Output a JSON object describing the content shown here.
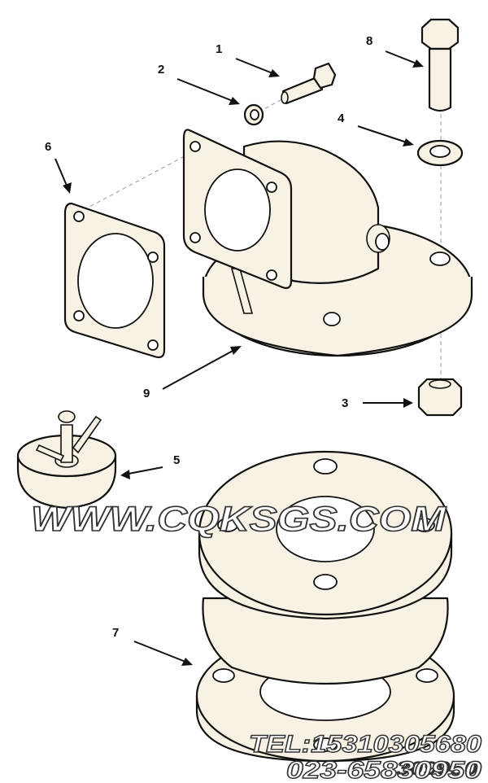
{
  "callouts": [
    {
      "id": "1",
      "label": "1"
    },
    {
      "id": "2",
      "label": "2"
    },
    {
      "id": "3",
      "label": "3"
    },
    {
      "id": "4",
      "label": "4"
    },
    {
      "id": "5",
      "label": "5"
    },
    {
      "id": "6",
      "label": "6"
    },
    {
      "id": "7",
      "label": "7"
    },
    {
      "id": "8",
      "label": "8"
    },
    {
      "id": "9",
      "label": "9"
    }
  ],
  "watermark": {
    "site": "WWW.CQKSGS.COM",
    "tel": "TEL:15310305680",
    "phone": "023-65830950",
    "figure_code": "309950"
  },
  "colors": {
    "line": "#111111",
    "part_fill": "#f7f2e3",
    "watermark_fill": "#ffffff",
    "watermark_stroke": "#333333"
  }
}
